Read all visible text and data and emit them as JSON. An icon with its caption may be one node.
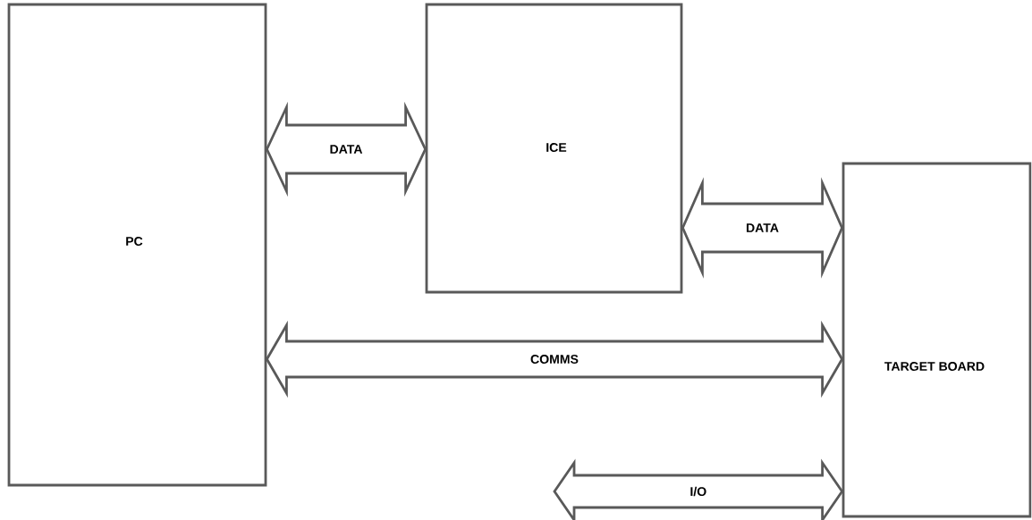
{
  "diagram": {
    "nodes": [
      {
        "text": [
          "PC"
        ]
      },
      {
        "text": [
          "ICE"
        ]
      },
      {
        "text": [
          "TARGET BOARD"
        ]
      }
    ],
    "edges": [
      {
        "from": 0,
        "to": 1,
        "arrow": "both",
        "label": "DATA"
      },
      {
        "from": 1,
        "to": 2,
        "arrow": "both",
        "label": "DATA"
      },
      {
        "from": 0,
        "to": 2,
        "arrow": "both",
        "label": "COMMS"
      },
      {
        "from": null,
        "to": 2,
        "arrow": "both",
        "label": "I/O"
      }
    ]
  }
}
